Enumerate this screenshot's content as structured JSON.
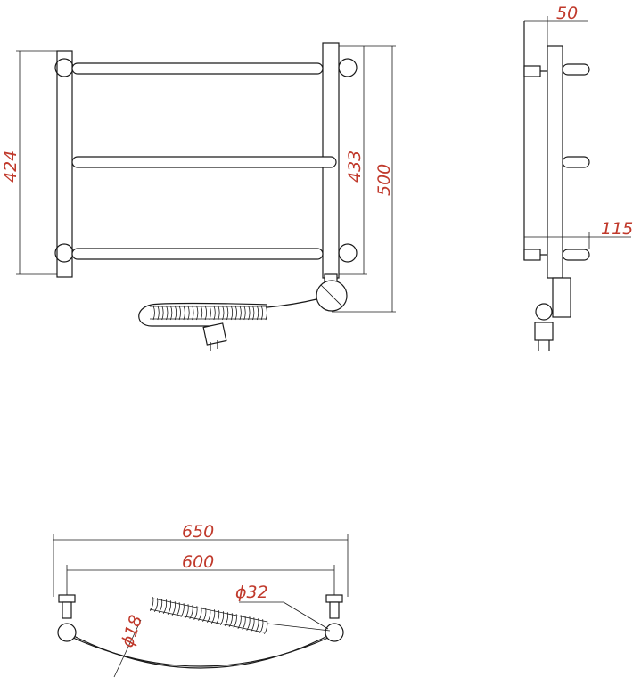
{
  "colors": {
    "line": "#1a1a1a",
    "dimension_text": "#c0392b",
    "background": "#ffffff"
  },
  "front_view": {
    "dim_height_left": "424",
    "dim_height_inner": "433",
    "dim_height_outer": "500"
  },
  "side_view": {
    "dim_wall_offset": "50",
    "dim_depth": "115"
  },
  "top_view": {
    "dim_overall_width": "650",
    "dim_center_width": "600",
    "dim_tube_diameter": "ϕ32",
    "dim_rail_diameter": "ϕ18"
  }
}
